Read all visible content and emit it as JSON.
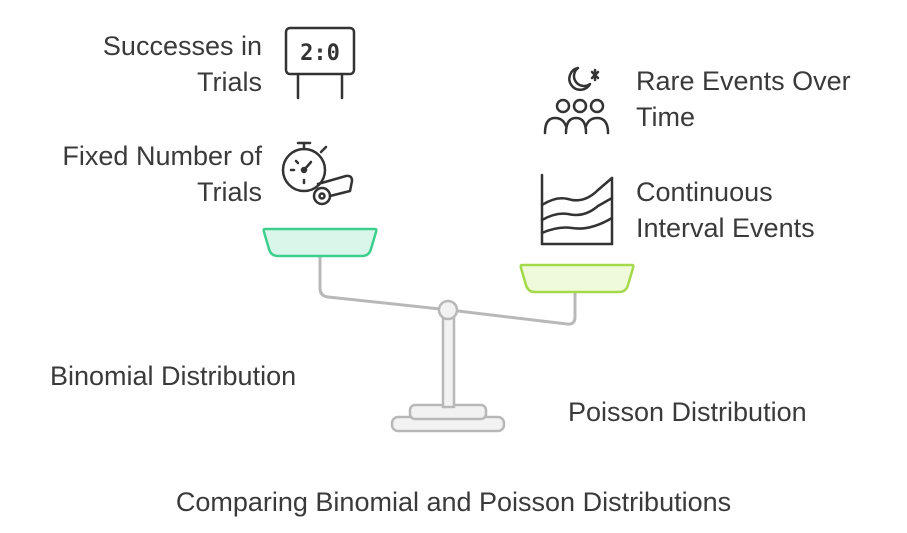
{
  "title": "Comparing Binomial and Poisson Distributions",
  "left_side": {
    "label": "Binomial Distribution",
    "items": [
      {
        "line1": "Successes in",
        "line2": "Trials",
        "icon": "scoreboard-icon",
        "score": "2:0"
      },
      {
        "line1": "Fixed Number of",
        "line2": "Trials",
        "icon": "stopwatch-whistle-icon"
      }
    ]
  },
  "right_side": {
    "label": "Poisson Distribution",
    "items": [
      {
        "line1": "Rare Events Over",
        "line2": "Time",
        "icon": "moon-crowd-icon"
      },
      {
        "line1": "Continuous",
        "line2": "Interval Events",
        "icon": "area-chart-icon"
      }
    ]
  },
  "colors": {
    "left_pan_fill": "#d8f7ea",
    "left_pan_stroke": "#3ecf8e",
    "right_pan_fill": "#effadb",
    "right_pan_stroke": "#a3d94a",
    "scale_gray": "#b8b8b8",
    "icon_stroke": "#333333"
  }
}
